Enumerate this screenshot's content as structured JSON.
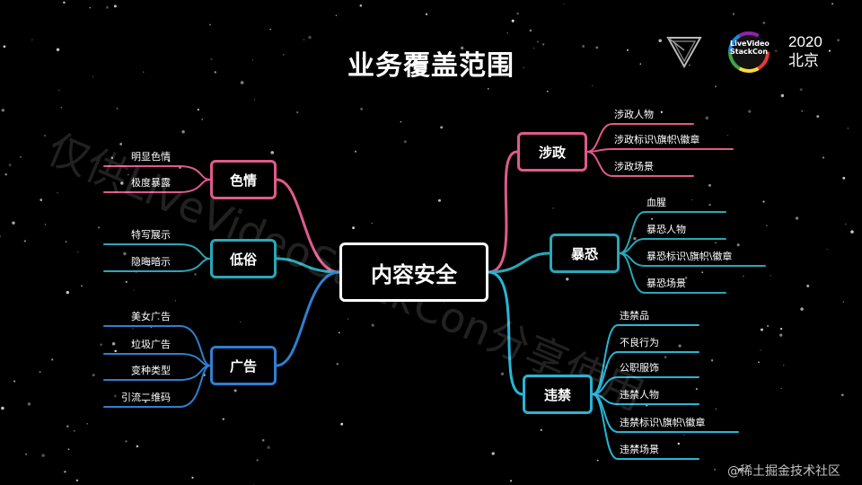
{
  "slide": {
    "title": "业务覆盖范围",
    "year": "2020",
    "city": "北京",
    "watermark": "仅供LiveVideoStackCon分享使用",
    "credit": "@稀土掘金技术社区",
    "logo_text_1": "LiveVideo",
    "logo_text_2": "StackCon"
  },
  "colors": {
    "pink": "#e05a8c",
    "teal": "#2aa7b8",
    "blue": "#2f7fd0",
    "cyan": "#27b6d6",
    "center": "#ffffff"
  },
  "mindmap": {
    "center": "内容安全",
    "left": [
      {
        "label": "色情",
        "color": "pink",
        "leaves": [
          "明显色情",
          "极度暴露"
        ]
      },
      {
        "label": "低俗",
        "color": "teal",
        "leaves": [
          "特写展示",
          "隐晦暗示"
        ]
      },
      {
        "label": "广告",
        "color": "blue",
        "leaves": [
          "美女广告",
          "垃圾广告",
          "变种类型",
          "引流二维码"
        ]
      }
    ],
    "right": [
      {
        "label": "涉政",
        "color": "pink",
        "leaves": [
          "涉政人物",
          "涉政标识\\旗帜\\徽章",
          "涉政场景"
        ]
      },
      {
        "label": "暴恐",
        "color": "teal",
        "leaves": [
          "血腥",
          "暴恐人物",
          "暴恐标识\\旗帜\\徽章",
          "暴恐场景"
        ]
      },
      {
        "label": "违禁",
        "color": "cyan",
        "leaves": [
          "违禁品",
          "不良行为",
          "公职服饰",
          "违禁人物",
          "违禁标识\\旗帜\\徽章",
          "违禁场景"
        ]
      }
    ]
  }
}
